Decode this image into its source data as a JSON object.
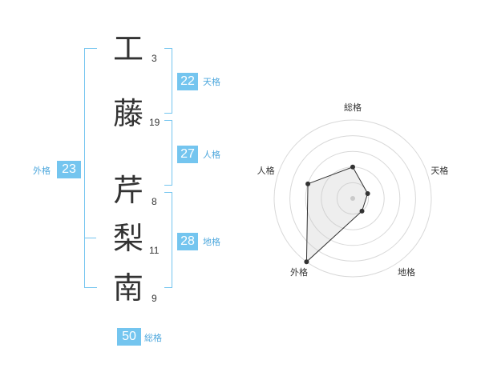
{
  "name_chars": [
    {
      "char": "工",
      "strokes": "3"
    },
    {
      "char": "藤",
      "strokes": "19"
    },
    {
      "char": "芹",
      "strokes": "8"
    },
    {
      "char": "梨",
      "strokes": "11"
    },
    {
      "char": "南",
      "strokes": "9"
    }
  ],
  "fortunes": {
    "tenkaku": {
      "value": "22",
      "label": "天格"
    },
    "jinkaku": {
      "value": "27",
      "label": "人格"
    },
    "chikaku": {
      "value": "28",
      "label": "地格"
    },
    "gaikaku": {
      "value": "23",
      "label": "外格"
    },
    "soukaku": {
      "value": "50",
      "label": "総格"
    }
  },
  "chart_data": {
    "type": "radar",
    "axes": [
      "総格",
      "天格",
      "地格",
      "外格",
      "人格"
    ],
    "values": [
      2,
      1,
      1,
      5,
      3
    ],
    "range": [
      0,
      5
    ],
    "grid": true
  },
  "colors": {
    "accent": "#74c5ef",
    "label": "#4fa8dd"
  }
}
